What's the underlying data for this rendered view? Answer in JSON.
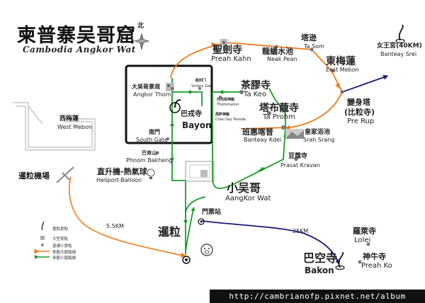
{
  "title": {
    "cn": "柬普寨吴哥窟",
    "en": "Cambodia Angkor Wat",
    "compass": "北"
  },
  "places": {
    "angkor_thom": {
      "cn": "大吴哥景观",
      "en": "Angkor Thom"
    },
    "bayon": {
      "cn": "巴戎寺",
      "en": "Bayon"
    },
    "victory_gate": {
      "cn": "胜利门",
      "en": "Victory Gate"
    },
    "south_gate": {
      "cn": "南門",
      "en": "South Gate"
    },
    "thommanon": {
      "cn": "托玛侬神殿",
      "en": "Thommanon"
    },
    "chau_say": {
      "cn": "周萨神殿",
      "en": "Chau Say Tevoda"
    },
    "ta_keo": {
      "cn": "茶膠寺",
      "en": "Ta Keo"
    },
    "ta_prohm": {
      "cn": "塔布蘢寺",
      "en": "Ta Prohm"
    },
    "banteay_kdei": {
      "cn": "班惠喀普",
      "en": "Banteay Kdei"
    },
    "srah_srang": {
      "cn": "皇家浴池",
      "en": "Srah Srang"
    },
    "prasat_kravan": {
      "cn": "豆蔻寺",
      "en": "Prasat Kravan"
    },
    "preah_kahn": {
      "cn": "聖劍寺",
      "en": "Preah Kahn"
    },
    "neak_pean": {
      "cn": "龍蟠水池",
      "en": "Neak Pean"
    },
    "ta_som": {
      "cn": "塔逊",
      "en": "Ta Som"
    },
    "east_mebon": {
      "cn": "東梅蓮",
      "en": "East Mebon"
    },
    "pre_rup": {
      "cn": "變身塔",
      "cn2": "(比粒寺)",
      "en": "Pre Rup"
    },
    "banteay_srei": {
      "cn": "女王宮(40KM)",
      "en": "Banteay Srei"
    },
    "west_mebon": {
      "cn": "西梅蓮",
      "en": "West Mebon"
    },
    "phnom_bakheng": {
      "cn": "巴肯山",
      "en": "Phnom Bakheng"
    },
    "heliport": {
      "cn": "直升機-熱氣球",
      "en": "Heliport-Balloon"
    },
    "angkor_wat": {
      "cn": "小吴哥",
      "en": "AangKor Wat"
    },
    "ticket": {
      "cn": "門票站"
    },
    "siem_reap": {
      "cn": "暹粒"
    },
    "airport": {
      "cn": "暹粒機場"
    },
    "bakon": {
      "cn": "巴空寺",
      "en": "Bakon"
    },
    "lolei": {
      "cn": "羅萊寺",
      "en": "Lolei"
    },
    "preah_ko": {
      "cn": "神牛寺",
      "en": "Preah Ko"
    }
  },
  "distances": {
    "airport": "5.5KM",
    "roluos": "25KM"
  },
  "legend": [
    "重點景點",
    "大型景點",
    "普通小景點",
    "參觀大圈路線",
    "參觀小圈路線"
  ],
  "url": "http://cambrianofp.pixnet.net/album",
  "colors": {
    "small_circuit": "#1a9a2a",
    "big_circuit": "#f07a1a",
    "roluos_route": "#1a1a7a",
    "frame": "#111111"
  }
}
